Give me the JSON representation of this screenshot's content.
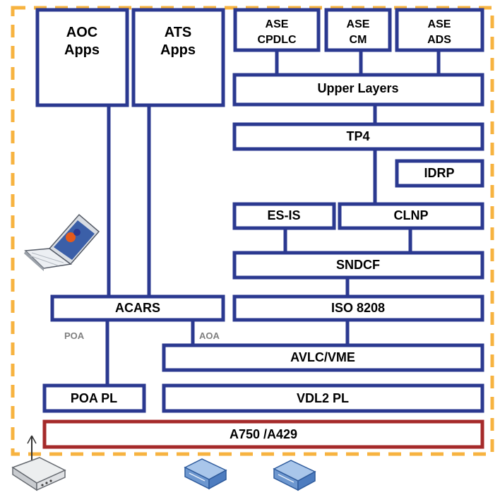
{
  "colors": {
    "box_border": "#2b3990",
    "connector": "#2b3990",
    "boundary_dash": "#f7b340",
    "bottom_bar_border": "#a52a2a",
    "small_label": "#7f7f7f",
    "text": "#000000"
  },
  "boxes": {
    "aoc_apps": [
      "AOC",
      "Apps"
    ],
    "ats_apps": [
      "ATS",
      "Apps"
    ],
    "ase_cpdlc": [
      "ASE",
      "CPDLC"
    ],
    "ase_cm": [
      "ASE",
      "CM"
    ],
    "ase_ads": [
      "ASE",
      "ADS"
    ],
    "upper_layers": "Upper Layers",
    "tp4": "TP4",
    "idrp": "IDRP",
    "es_is": "ES-IS",
    "clnp": "CLNP",
    "sndcf": "SNDCF",
    "acars": "ACARS",
    "iso_8208": "ISO 8208",
    "avlc_vme": "AVLC/VME",
    "poa_pl": "POA PL",
    "vdl2_pl": "VDL2 PL",
    "a750_a429": "A750 /A429"
  },
  "labels": {
    "poa": "POA",
    "aoa": "AOA"
  },
  "icons": [
    "laptop-icon",
    "router-antenna-icon",
    "network-device-icon"
  ]
}
